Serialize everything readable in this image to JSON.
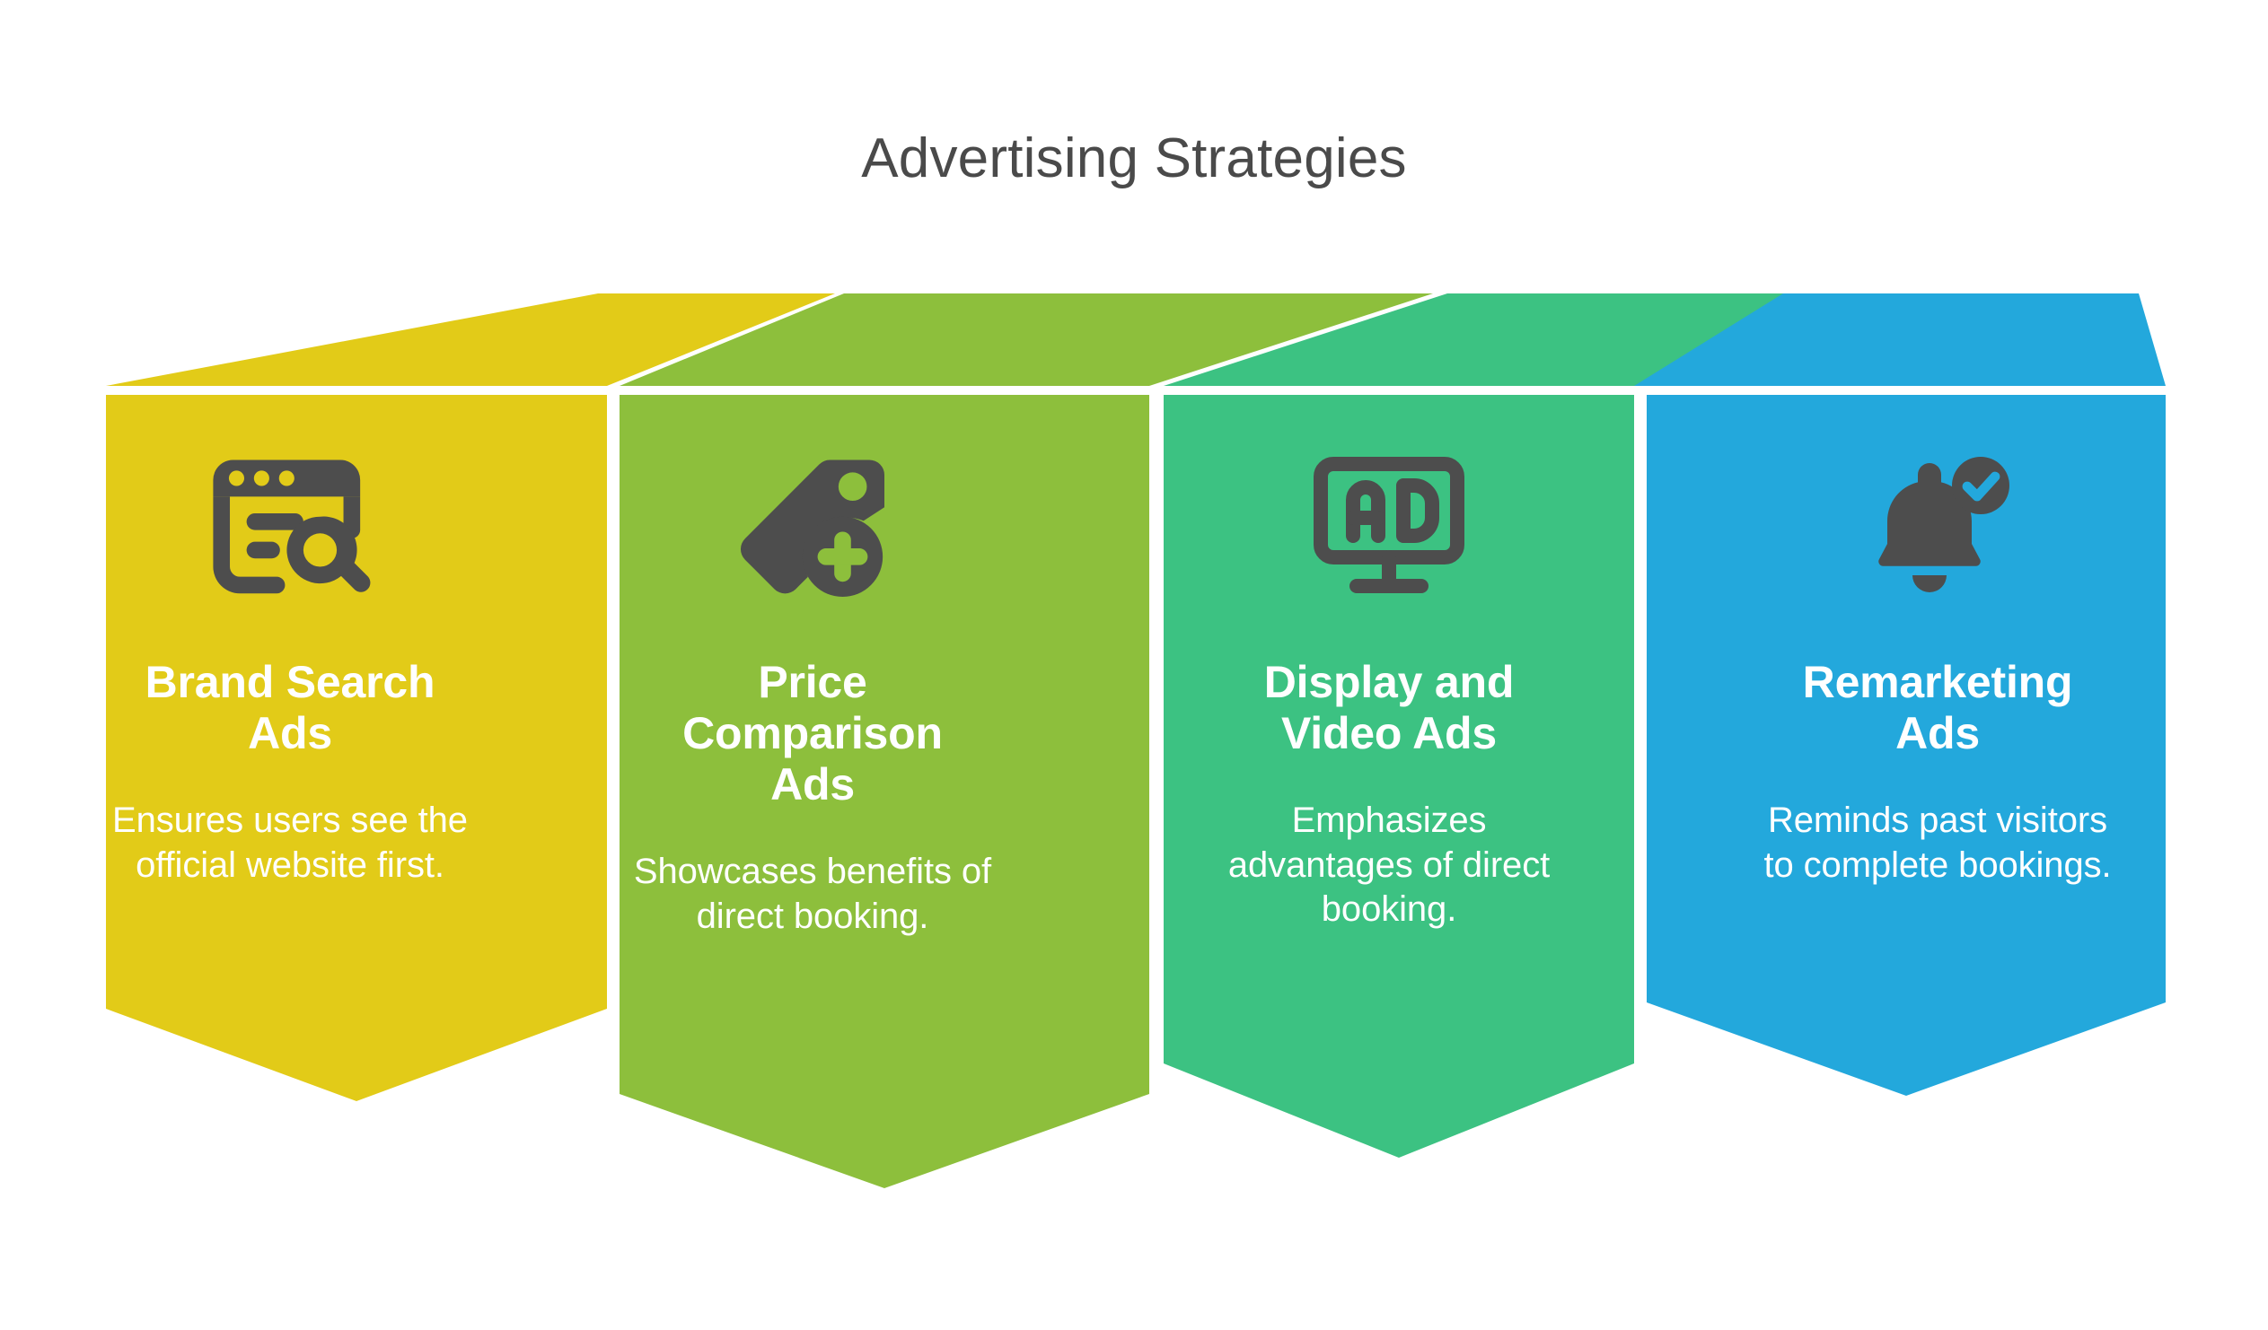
{
  "header": {
    "title": "Advertising Strategies",
    "title_color": "#4a4a4a"
  },
  "theme": {
    "background": "#ffffff",
    "icon_color": "#4d4d4d",
    "text_color": "#ffffff"
  },
  "panels": [
    {
      "id": "brand-search-ads",
      "title": "Brand Search\nAds",
      "title_line1": "Brand Search",
      "title_line2": "Ads",
      "description": "Ensures users see the official website first.",
      "color": "#e2cb18",
      "icon": "browser-search-icon"
    },
    {
      "id": "price-comparison-ads",
      "title": "Price\nComparison\nAds",
      "title_line1": "Price",
      "title_line2": "Comparison",
      "title_line3": "Ads",
      "description": "Showcases benefits of direct booking.",
      "color": "#8dbf3c",
      "icon": "price-tag-plus-icon"
    },
    {
      "id": "display-and-video-ads",
      "title": "Display and\nVideo Ads",
      "title_line1": "Display and",
      "title_line2": "Video Ads",
      "description": "Emphasizes advantages of direct booking.",
      "color": "#3cc282",
      "icon": "ad-monitor-icon"
    },
    {
      "id": "remarketing-ads",
      "title": "Remarketing\nAds",
      "title_line1": "Remarketing",
      "title_line2": "Ads",
      "description": "Reminds past visitors to complete bookings.",
      "color": "#23a8dc",
      "icon": "bell-check-icon"
    }
  ]
}
